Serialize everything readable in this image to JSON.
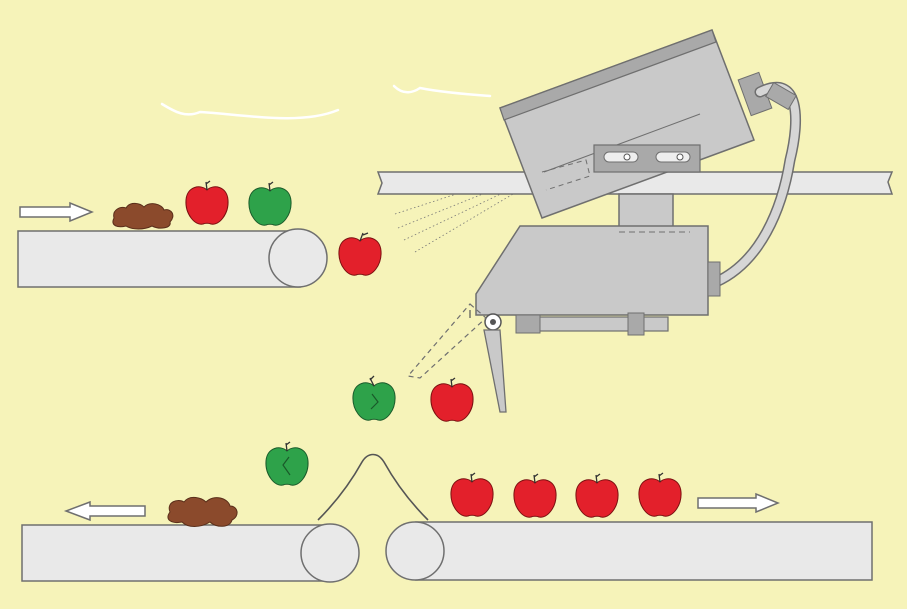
{
  "colors": {
    "background": "#f6f3b9",
    "conveyor": "#e9e9e9",
    "outline": "#6f6f6f",
    "machine": "#c9c9c9",
    "machine_dark": "#a9a9a9",
    "apple_red": "#e3202b",
    "apple_green": "#2ea24a",
    "debris": "#8b4a2c",
    "arrow_fill": "#ffffff"
  },
  "icons": {
    "flow_arrow": "right-arrow-icon",
    "reject_arrow": "left-arrow-icon",
    "apple": "apple-icon",
    "debris": "debris-clump-icon",
    "sorter": "optical-sorter-machine"
  },
  "flow": {
    "infeed_direction": "right",
    "reject_direction": "left",
    "accept_direction": "right"
  },
  "items": {
    "infeed": [
      "debris",
      "red",
      "green"
    ],
    "in_air": [
      "red",
      "green",
      "red",
      "green"
    ],
    "reject_lane": [
      "debris"
    ],
    "accept_lane": [
      "red",
      "red",
      "red",
      "red"
    ]
  }
}
